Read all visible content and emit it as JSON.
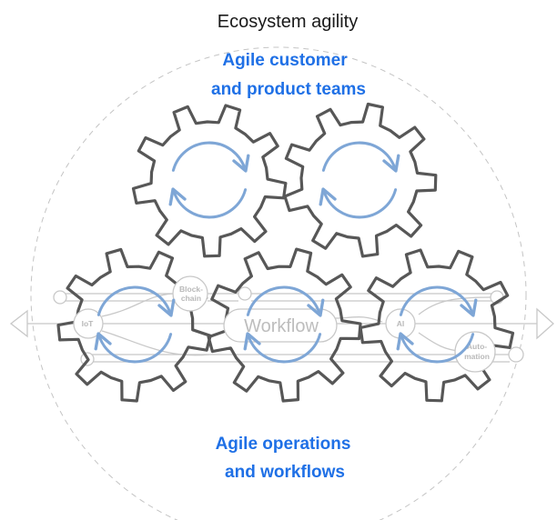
{
  "title": "Ecosystem agility",
  "top_heading": {
    "line1": "Agile customer",
    "line2": "and product teams"
  },
  "bottom_heading": {
    "line1": "Agile operations",
    "line2": "and workflows"
  },
  "nodes": {
    "iot": "IoT",
    "blockchain_line1": "Block-",
    "blockchain_line2": "chain",
    "workflow": "Workflow",
    "ai": "AI",
    "automation_line1": "Auto-",
    "automation_line2": "mation"
  },
  "colors": {
    "heading_blue": "#1f70e6",
    "gear_stroke": "#575757",
    "cycle_arrow": "#7ea6d6",
    "network_line": "#c8c8c8"
  }
}
